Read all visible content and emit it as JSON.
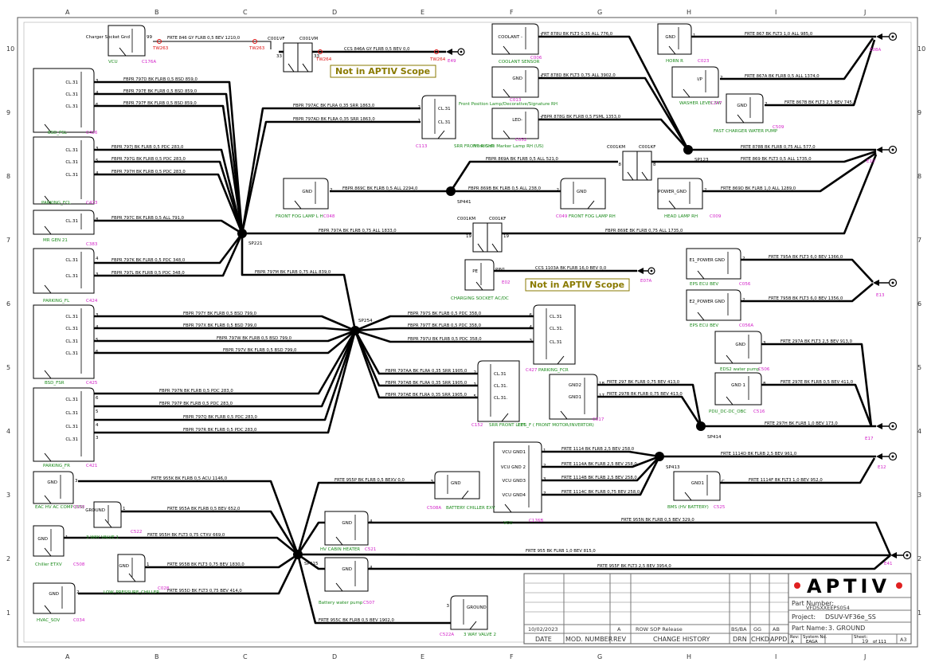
{
  "grid": {
    "cols": [
      "A",
      "B",
      "C",
      "D",
      "E",
      "F",
      "G",
      "H",
      "I",
      "J"
    ],
    "rows": [
      "10",
      "9",
      "8",
      "7",
      "6",
      "5",
      "4",
      "3",
      "2",
      "1"
    ]
  },
  "scope_notes": [
    "Not in APTIV Scope",
    "Not in APTIV Scope"
  ],
  "splices": {
    "sp221": "SP221",
    "sp254": "SP254",
    "sp415": "SP415",
    "sp441": "SP441",
    "sp123": "SP123",
    "sp414": "SP414",
    "sp413": "SP413"
  },
  "connectors": {
    "c176a": {
      "name": "VCU",
      "id": "C176A",
      "pin_label": "Charger Socket Gnd",
      "pin": "99"
    },
    "c001vf": {
      "id": "C001VF",
      "pin": "33"
    },
    "c001vm": {
      "id": "C001VM",
      "pin": "33"
    },
    "c426": {
      "name": "BSD_FSL",
      "id": "C426",
      "pins": [
        "CL.31",
        "CL.31",
        "CL.31"
      ],
      "nums": [
        "3",
        "4",
        "6"
      ]
    },
    "c423": {
      "name": "PARKING_FCL",
      "id": "C423",
      "pins": [
        "CL.31",
        "CL.31",
        "CL.31"
      ],
      "nums": [
        "3",
        "5",
        "4"
      ]
    },
    "c383": {
      "name": "MR GEN 21",
      "id": "C383",
      "pins": [
        "CL.31"
      ],
      "nums": [
        "8"
      ]
    },
    "c424": {
      "name": "PARKING_FL",
      "id": "C424",
      "pins": [
        "CL.31",
        "CL.31"
      ],
      "nums": [
        "4",
        "3"
      ]
    },
    "c425": {
      "name": "BSD_FSR",
      "id": "C425",
      "pins": [
        "CL.31",
        "CL.31",
        "CL.31",
        "CL.31"
      ],
      "nums": [
        "3",
        "4",
        "5",
        "6"
      ]
    },
    "c421": {
      "name": "PARKING_FR",
      "id": "C421",
      "pins": [
        "CL.31",
        "CL.31",
        "CL.31",
        "CL.31"
      ],
      "nums": [
        "6",
        "5",
        "4",
        "3"
      ]
    },
    "c520": {
      "name": "EAC HV AC COMP (US)",
      "id": "C520",
      "pin": "GND",
      "num": "3"
    },
    "c522": {
      "name": "3 WAY VALVE 1",
      "id": "C522",
      "pin": "GROUND",
      "num": "1"
    },
    "c508": {
      "name": "Chiller ETXV",
      "id": "C508",
      "pin": "GND",
      "num": "1"
    },
    "c028": {
      "name": "LOW_PRESSURE_CHILLER",
      "id": "C028",
      "pin": "GND",
      "num": "1"
    },
    "c034": {
      "name": "HVAC_SOV",
      "id": "C034",
      "pin": "GND",
      "num": "2"
    },
    "c113": {
      "name": "SRR FRONT RIGHT",
      "id": "C113",
      "pins": [
        "CL.31",
        "CL.31"
      ],
      "nums": [
        "2",
        "1"
      ]
    },
    "c006": {
      "name": "COOLANT SENSOR",
      "id": "C006",
      "pin": "COOLANT -",
      "num": "2"
    },
    "c013": {
      "name": "Front Position Lamp/Decorative/Signature RH",
      "id": "C013",
      "pin": "GND",
      "num": "2"
    },
    "c052": {
      "name": "Front Side Marker Lamp RH (US)",
      "id": "C052",
      "pin": "LED-",
      "num": "2"
    },
    "c048": {
      "name": "FRONT FOG LAMP L H",
      "id": "C048",
      "pin": "GND",
      "num": "2"
    },
    "c049": {
      "name": "FRONT FOG LAMP RH",
      "id": "C049",
      "pin": "GND",
      "num": "2"
    },
    "c001km": {
      "id": "C001KM",
      "pin": "8"
    },
    "c001kf": {
      "id": "C001KF",
      "pin": "8"
    },
    "c001km2": {
      "id": "C001KM",
      "pin": "19"
    },
    "c001kf2": {
      "id": "C001KF",
      "pin": "19"
    },
    "c023": {
      "name": "HORN R",
      "id": "C023",
      "pin": "GND",
      "num": "1"
    },
    "c247": {
      "name": "WASHER LEVEL SW",
      "id": "C247",
      "pin": "I/P",
      "num": "2"
    },
    "c509": {
      "name": "FAST CHARGER WATER PUMP",
      "id": "C509",
      "pin": "GND",
      "num": "2"
    },
    "c009": {
      "name": "HEAD LAMP RH",
      "id": "C009",
      "pin": "POWER_GND",
      "num": "2"
    },
    "e02": {
      "name": "CHARGING SOCKET AC/DC",
      "id": "E02",
      "pin": "PE",
      "num": "PIN1"
    },
    "c056": {
      "name": "EPS ECU BEV",
      "id": "C056",
      "pin": "E1_POWER GND",
      "num": "2"
    },
    "c056a": {
      "name": "EPS ECU BEV",
      "id": "C056A",
      "pin": "E2_POWER GND",
      "num": "2"
    },
    "c427": {
      "name": "PARKING_FCR",
      "id": "C427",
      "pins": [
        "CL.31",
        "CL.31.",
        "CL.31"
      ],
      "nums": [
        "6",
        "4",
        "3"
      ]
    },
    "c152": {
      "name": "SRR FRONT LEFT",
      "id": "C152",
      "pins": [
        "CL.31",
        "CL.31.",
        "CL.31."
      ],
      "nums": [
        "2",
        "1",
        "5"
      ]
    },
    "c517": {
      "name": "EDS_F ( FRONT MOTOR/INVERTOR)",
      "id": "C517",
      "pins": [
        "GND2",
        "GND1"
      ],
      "nums": [
        "18",
        "17"
      ]
    },
    "c506": {
      "name": "EDS2 water pump",
      "id": "C506",
      "pin": "GND",
      "num": "3"
    },
    "c516": {
      "name": "PDU_DC-DC_OBC",
      "id": "C516",
      "pin": "GND 1",
      "num": "8"
    },
    "c176b": {
      "name": "VCU",
      "id": "C176B",
      "pins": [
        "VCU GND1",
        "VCU GND 2",
        "VCU GND3",
        "VCU GND4"
      ],
      "nums": [
        "1",
        "2",
        "3",
        "7"
      ]
    },
    "c508a": {
      "name": "BATTERY CHILLER EXV",
      "id": "C508A",
      "pin": "GND",
      "num": "3"
    },
    "c525": {
      "name": "BMS (HV BATTERY)",
      "id": "C525",
      "pin": "GND1",
      "num": "C"
    },
    "c521": {
      "name": "HV CABIN HEATER",
      "id": "C521",
      "pin": "GND",
      "num": "4"
    },
    "c507": {
      "name": "Battery water pump",
      "id": "C507",
      "pin": "GND",
      "num": "4"
    },
    "c522a": {
      "name": "3 WAY VALVE 2",
      "id": "C522A",
      "pin": "GROUND",
      "num": "3"
    }
  },
  "grounds": {
    "e08a": "E08A",
    "e10": "E10",
    "e13": "E13",
    "e17": "E17",
    "e12": "E12",
    "e41": "E41",
    "e49": "E49",
    "e07a": "E07A"
  },
  "twists": {
    "tw263a": "TW263",
    "tw263b": "TW263",
    "tw264a": "TW264",
    "tw264b": "TW264"
  },
  "wires": {
    "w1": "FRTE 846 GY FLRB 0,5 BEV 1210,0",
    "w2": "CCS 846A GY FLRB 0,5 BEV 0,0",
    "w3": "FBPR 797D BK FLRB 0,5 BSD 859,0",
    "w4": "FBPR 797E BK FLRB 0,5 BSD 859,0",
    "w5": "FBPR 797F BK FLRB 0,5 BSD 859,0",
    "w6": "FBPR 797AC BK FLRA 0,35 SRR 1863,0",
    "w7": "FBPR 797AD BK FLRA 0,35 SRR 1863,0",
    "w8": "FBPR 797J BK FLRB 0,5 PDC 283,0",
    "w9": "FBPR 797G BK FLRB 0,5 PDC 283,0",
    "w10": "FBPR 797H BK FLRB 0,5 PDC 283,0",
    "w11": "FBPR 797C BK FLRB 0,5 ALL 791,0",
    "w12": "FBPR 797A BK FLRB 0,75 ALL 1833,0",
    "w13": "FBPR 797K BK FLRB 0,5 PDC 348,0",
    "w14": "FBPR 797L BK FLRB 0,5 PDC 348,0",
    "w15": "FBPR 797M BK FLRB 0,75 ALL 839,0",
    "w16": "FBPR 797Y BK FLRB 0,5 BSD 799,0",
    "w17": "FBPR 797X BK FLRB 0,5 BSD 799,0",
    "w18": "FBPR 797W BK FLRB 0,5 BSD 799,0",
    "w19": "FBPR 797V BK FLRB 0,5 BSD 799,0",
    "w20": "FBPR 797N BK FLRB 0,5 PDC 283,0",
    "w21": "FBPR 797P BK FLRB 0,5 PDC 283,0",
    "w22": "FBPR 797Q BK FLRB 0,5 PDC 283,0",
    "w23": "FBPR 797R BK FLRB 0,5 PDC 283,0",
    "w24": "FRTE 955K BK FLRB 0,5 ACU 1146,0",
    "w25": "FRTE 955A BK FLRB 0,5 BEV 652,0",
    "w26": "FRTE 955H BK FLT3 0,75 CTXV 669,0",
    "w27": "FRTE 955B BK FLT3 0,75 BEV 1830,0",
    "w28": "FRTE 955D BK FLT3 0,75 BEV 414,0",
    "w29": "FRT 878U BK FLT3 0,35 ALL 776,0",
    "w30": "FRT 878D BK FLT3 0,75 ALL 3902,0",
    "w31": "FBPR 878G BK FLRB 0,5 FSML 1353,0",
    "w32": "FBPR 869C BK FLRB 0,5 ALL 2294,0",
    "w33": "FBPR 869B BK FLRB 0,5 ALL 238,0",
    "w34": "FBPR 869A BK FLRB 0,5 ALL 521,0",
    "w35": "FRTE 867 BK FLT3 1,0 ALL 985,0",
    "w36": "FRTE 867A BK FLRB 0,5 ALL 1374,0",
    "w37": "FRTE 867B BK FLT3 2,5 BEV 745,0",
    "w38": "FRTE 878B BK FLRB 0,75 ALL 577,0",
    "w39": "FRTE 869 BK FLT3 0,5 ALL 1735,0",
    "w40": "FRTE 869D BK FLRB 1,0 ALL 1289,0",
    "w41": "FBPR 869E BK FLRB 0,75 ALL 1735,0",
    "w42": "CCS 1103A BK FLRB 16,0 BEV 0,0",
    "w43": "FRTE 795A BK FLT3 6,0 BEV 1366,0",
    "w44": "FRTE 795B BK FLT3 6,0 BEV 1356,0",
    "w45": "FBPR 797S BK FLRB 0,5 PDC 358,0",
    "w46": "FBPR 797T BK FLRB 0,5 PDC 358,0",
    "w47": "FBPR 797U BK FLRB 0,5 PDC 358,0",
    "w48": "FBPR 797AA BK FLRA 0,35 SRR 1905,0",
    "w49": "FBPR 797AB BK FLRA 0,35 SRR 1905,0",
    "w50": "FBPR 797AE BK FLRA 0,35 SRR 1905,0",
    "w51": "FRTE 297 BK FLRB 0,75 BEV 413,0",
    "w52": "FRTE 297B BK FLRB 0,75 BEV 413,0",
    "w53": "FRTE 297A BK FLT3 2,5 BEV 913,0",
    "w54": "FRTE 297E BK FLRB 0,5 BEV 411,0",
    "w55": "FRTE 297H BK FLRB 1,0 BEV 173,0",
    "w56": "FRTE 1114 BK FLRB 2,5 BEV 258,0",
    "w57": "FRTE 1114A BK FLRB 2,5 BEV 258,0",
    "w58": "FRTE 1114B BK FLRB 2,5 BEV 258,0",
    "w59": "FRTE 1114C BK FLRB 0,75 BEV 258,0",
    "w60": "FRTE 1114D BK FLRB 2,5 BEV 961,0",
    "w61": "FRTE 1114F BK FLT3 1,0 BEV 952,0",
    "w62": "FRTE 955P BK FLRB 0,5 BEXV 0,0",
    "w63": "FRTE 955N BK FLRB 0,5 BEV 329,0",
    "w64": "FRTE 955 BK FLRB 1,0 BEV 815,0",
    "w65": "FRTE 955F BK FLT3 2,5 BEV 3954,0",
    "w66": "FRTE 955C BK FLRB 0,5 BEV 1902,0"
  },
  "title_block": {
    "logo": "APTIV",
    "part_number_label": "Part Number:",
    "part_number": "VFDSXXEEPS054",
    "project_label": "Project:",
    "project": "DSUV-VF36e_SS",
    "part_name_label": "Part Name:",
    "part_name": "3. GROUND",
    "rev_label": "Rev:",
    "rev": "A",
    "system_no_label": "System No.",
    "system_no": "EAGA",
    "sheet_label": "Sheet:",
    "sheet": "19",
    "sheet_of": "of 111",
    "size": "A3",
    "row_date": "10/02/2023",
    "row_rev": "A",
    "row_change": "ROW SOP Release",
    "row_drn": "BS/BA",
    "row_chkd": "GG",
    "row_appd": "AB",
    "h_date": "DATE",
    "h_mod": "MOD. NUMBER",
    "h_rev": "REV",
    "h_change": "CHANGE HISTORY",
    "h_drn": "DRN",
    "h_chkd": "CHKD",
    "h_appd": "APPD"
  }
}
